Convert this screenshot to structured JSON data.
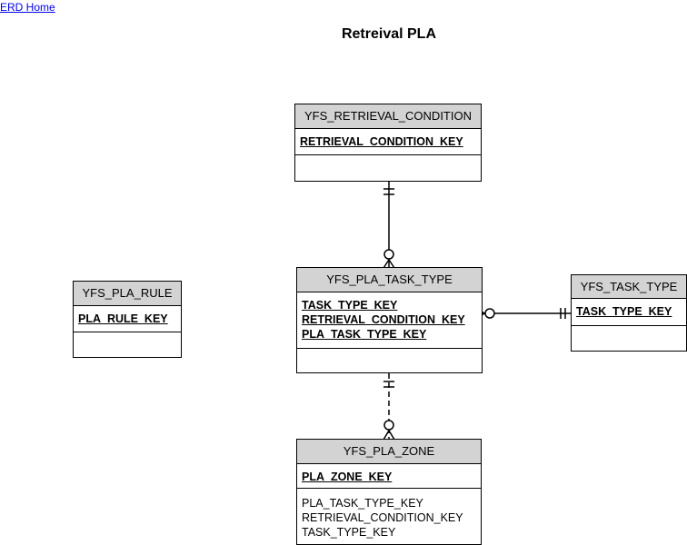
{
  "nav": {
    "home_link": "ERD Home"
  },
  "title": "Retreival PLA",
  "entities": {
    "retrieval_condition": {
      "name": "YFS_RETRIEVAL_CONDITION",
      "keys": [
        "RETRIEVAL_CONDITION_KEY"
      ],
      "attributes": []
    },
    "pla_rule": {
      "name": "YFS_PLA_RULE",
      "keys": [
        "PLA_RULE_KEY"
      ],
      "attributes": []
    },
    "pla_task_type": {
      "name": "YFS_PLA_TASK_TYPE",
      "keys": [
        "TASK_TYPE_KEY",
        "RETRIEVAL_CONDITION_KEY",
        "PLA_TASK_TYPE_KEY"
      ],
      "attributes": []
    },
    "task_type": {
      "name": "YFS_TASK_TYPE",
      "keys": [
        "TASK_TYPE_KEY"
      ],
      "attributes": []
    },
    "pla_zone": {
      "name": "YFS_PLA_ZONE",
      "keys": [
        "PLA_ZONE_KEY"
      ],
      "attributes": [
        "PLA_TASK_TYPE_KEY",
        "RETRIEVAL_CONDITION_KEY",
        "TASK_TYPE_KEY"
      ]
    }
  },
  "relationships": [
    {
      "from": "retrieval_condition",
      "to": "pla_task_type",
      "from_end": "one-and-only-one",
      "to_end": "zero-or-many",
      "style": "solid"
    },
    {
      "from": "task_type",
      "to": "pla_task_type",
      "from_end": "one-and-only-one",
      "to_end": "zero-or-many",
      "style": "solid"
    },
    {
      "from": "pla_task_type",
      "to": "pla_zone",
      "from_end": "one-and-only-one",
      "to_end": "zero-or-many",
      "style": "dashed"
    }
  ],
  "colors": {
    "header_fill": "#d3d3d3",
    "link": "#0000ee",
    "line": "#000000"
  }
}
